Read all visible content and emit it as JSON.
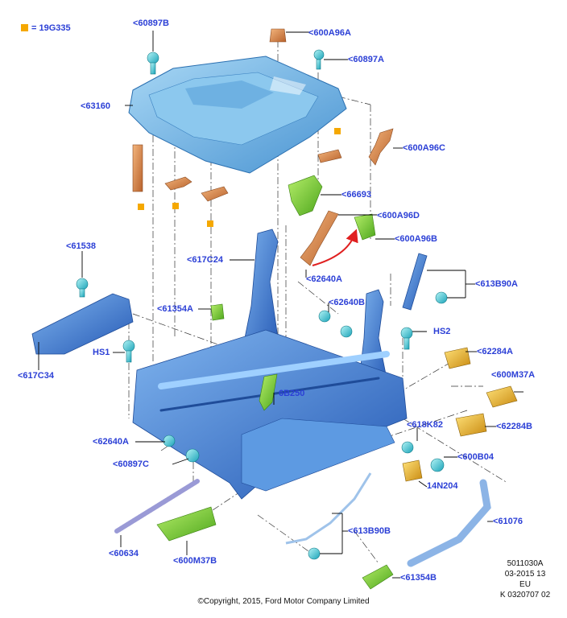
{
  "legend": {
    "symbol_color": "#f5a800",
    "text": "= 19G335"
  },
  "callouts": {
    "c60897B": "<60897B",
    "c600A96A": "<600A96A",
    "c60897A": "<60897A",
    "c63160": "<63160",
    "c600A96C": "<600A96C",
    "c66693": "<66693",
    "c600A96D": "<600A96D",
    "c600A96B": "<600A96B",
    "c61538": "<61538",
    "c617C24": "<617C24",
    "c62640A_top": "<62640A",
    "c613B90A": "<613B90A",
    "c61354A": "<61354A",
    "c62640B": "<62640B",
    "cHS2": "HS2",
    "cHS1": "HS1",
    "c62284A": "<62284A",
    "c617C34": "<617C34",
    "c600M37A": "<600M37A",
    "c6B250": "6B250",
    "c618K82": "<618K82",
    "c62284B": "<62284B",
    "c62640A_bot": "<62640A",
    "c60897C": "<60897C",
    "c600B04": "<600B04",
    "c14N204": "14N204",
    "c61076": "<61076",
    "c613B90B": "<613B90B",
    "c60634": "<60634",
    "c600M37B": "<600M37B",
    "c61354B": "<61354B"
  },
  "reference": {
    "line1": "5011030A",
    "line2": "03-2015 13",
    "line3": "EU",
    "line4": "K 0320707 02"
  },
  "copyright": "©Copyright, 2015, Ford Motor Company Limited",
  "colors": {
    "label": "#2b3fd6",
    "frame": "#3d7fd6",
    "frame_dark": "#2a5fb8",
    "cover": "#6fb5e6",
    "bracket_orange": "#d98a4a",
    "part_green": "#7ccc2e",
    "part_yellow": "#e8b020",
    "fastener_cyan": "#3cc7d4"
  }
}
